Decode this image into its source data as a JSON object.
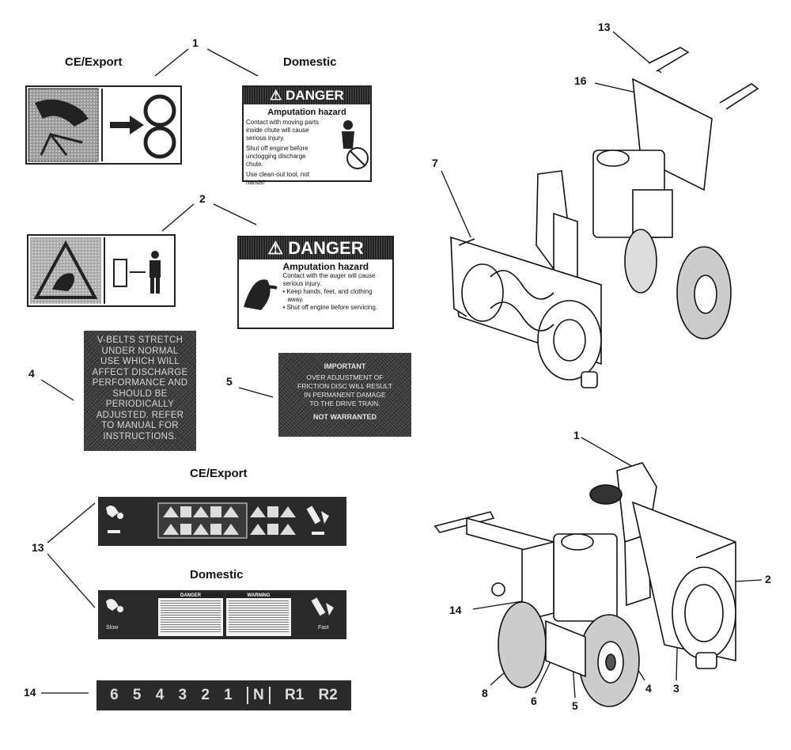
{
  "callouts": {
    "d1": "1",
    "d2": "2",
    "d4": "4",
    "d5": "5",
    "d13": "13",
    "d14": "14",
    "m13": "13",
    "m16": "16",
    "m7": "7",
    "f1": "1",
    "f2": "2",
    "f3": "3",
    "f4": "4",
    "f5": "5",
    "f6": "6",
    "f8": "8",
    "f14": "14"
  },
  "headers": {
    "ce_export_1": "CE/Export",
    "domestic_1": "Domestic",
    "ce_export_13": "CE/Export",
    "domestic_13": "Domestic"
  },
  "decal_1_domestic": {
    "banner": "DANGER",
    "title": "Amputation hazard",
    "lines": [
      "Contact with moving parts",
      "inside chute will cause",
      "serious injury.",
      "Shut off engine before",
      "unclogging discharge chute.",
      "Use clean-out tool, not hands!"
    ]
  },
  "decal_2_domestic": {
    "banner": "DANGER",
    "title": "Amputation hazard",
    "lines": [
      "Contact with the auger will cause",
      "serious injury.",
      "• Keep hands, feet, and clothing",
      "away.",
      "• Shut off engine before servicing."
    ]
  },
  "decal_4": {
    "text": [
      "V-BELTS STRETCH",
      "UNDER NORMAL",
      "USE WHICH WILL",
      "AFFECT DISCHARGE",
      "PERFORMANCE AND",
      "SHOULD BE",
      "PERIODICALLY",
      "ADJUSTED. REFER",
      "TO MANUAL FOR",
      "INSTRUCTIONS."
    ]
  },
  "decal_5": {
    "title": "IMPORTANT",
    "lines": [
      "OVER ADJUSTMENT OF",
      "FRICTION DISC WILL RESULT",
      "IN PERMANENT DAMAGE",
      "TO THE DRIVE TRAIN."
    ],
    "footer": "NOT WARRANTED"
  },
  "decal_13_domestic": {
    "left_label": "Slow",
    "right_label": "Fast",
    "panel_a_title": "DANGER",
    "panel_b_title": "WARNING"
  },
  "decal_14": {
    "speeds": [
      "6",
      "5",
      "4",
      "3",
      "2",
      "1"
    ],
    "neutral": "N",
    "reverse": [
      "R1",
      "R2"
    ]
  },
  "colors": {
    "ink": "#111111",
    "decal_dark": "#2a2a2a",
    "paper": "#ffffff"
  }
}
